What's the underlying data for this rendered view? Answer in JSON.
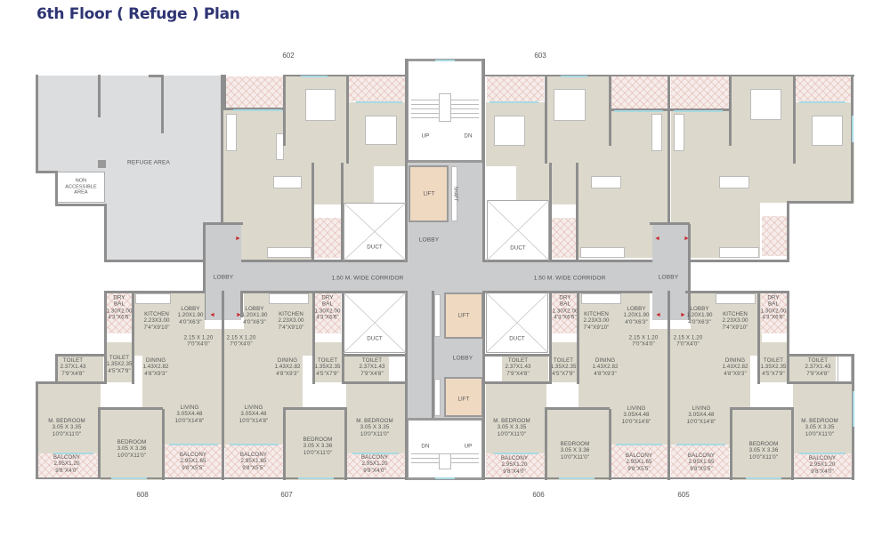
{
  "title": "6th Floor ( Refuge ) Plan",
  "colors": {
    "title": "#2e3473",
    "wall": "#8e8e8e",
    "common_area": "#cbccce",
    "refuge_area": "#dcdddf",
    "room_floor": "#dcd9cc",
    "balcony": "#f6ecea",
    "lift": "#efd9c1",
    "glass": "#a9d9e2",
    "entry_marker": "#c7282d"
  },
  "unit_numbers": {
    "u602": "602",
    "u603": "603",
    "u605": "605",
    "u606": "606",
    "u607": "607",
    "u608": "608"
  },
  "common": {
    "refuge_area": "REFUGE AREA",
    "non_accessible": "NON\nACCESSIBLE\nAREA",
    "corridor_left": "1.50 M. WIDE CORRIDOR",
    "corridor_right": "1.50 M. WIDE CORRIDOR",
    "lobby": "LOBBY",
    "lift": "LIFT",
    "shaft": "SHAFT",
    "duct": "DUCT",
    "stair_up": "UP",
    "stair_dn": "DN"
  },
  "rooms": {
    "dry_bal": "DRY\nBAL\n1.30X2.00\n4'3\"X6'6\"",
    "kitchen": "KITCHEN\n2.23X3.00\n7'4\"X9'10\"",
    "lobby_unit": "LOBBY\n1.20X1.90\n4'0\"X6'3\"",
    "passage": "2.15 X 1.20\n7'0\"X4'0\"",
    "toilet_small": "TOILET\n1.35X2.35\n4'5\"X7'9\"",
    "toilet_large": "TOILET\n2.37X1.43\n7'9\"X4'8\"",
    "dining": "DINING\n1.43X2.82\n4'8\"X9'3\"",
    "living": "LIVING\n3.05X4.48\n10'0\"X14'8\"",
    "m_bedroom": "M. BEDROOM\n3.05 X 3.35\n10'0\"X11'0\"",
    "bedroom": "BEDROOM\n3.05 X 3.36\n10'0\"X11'0\"",
    "balcony_small": "BALCONY\n2.95X1.20\n9'8\"X4'0\"",
    "balcony_large": "BALCONY\n2.95X1.65\n9'8\"X5'5\""
  }
}
